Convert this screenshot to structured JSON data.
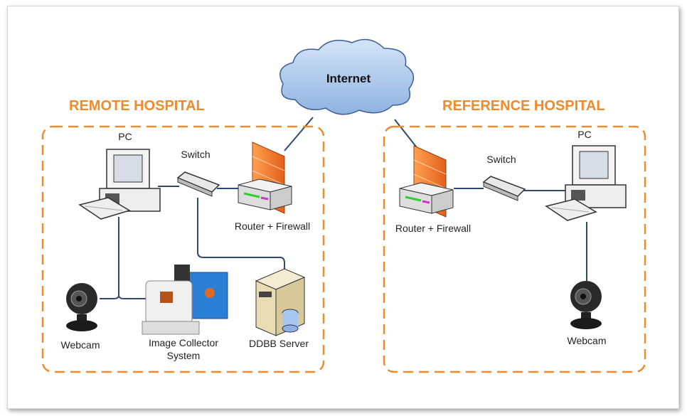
{
  "colors": {
    "accent": "#f08a2a",
    "link": "#2f4a6e",
    "cloud": "#a9c5ea",
    "firewall": "#f07a2a"
  },
  "cloud": {
    "label": "Internet"
  },
  "remote": {
    "title": "REMOTE HOSPITAL",
    "pc": "PC",
    "switch": "Switch",
    "router": "Router + Firewall",
    "webcam": "Webcam",
    "collector_line1": "Image Collector",
    "collector_line2": "System",
    "server": "DDBB Server"
  },
  "reference": {
    "title": "REFERENCE HOSPITAL",
    "pc": "PC",
    "switch": "Switch",
    "router": "Router + Firewall",
    "webcam": "Webcam"
  }
}
